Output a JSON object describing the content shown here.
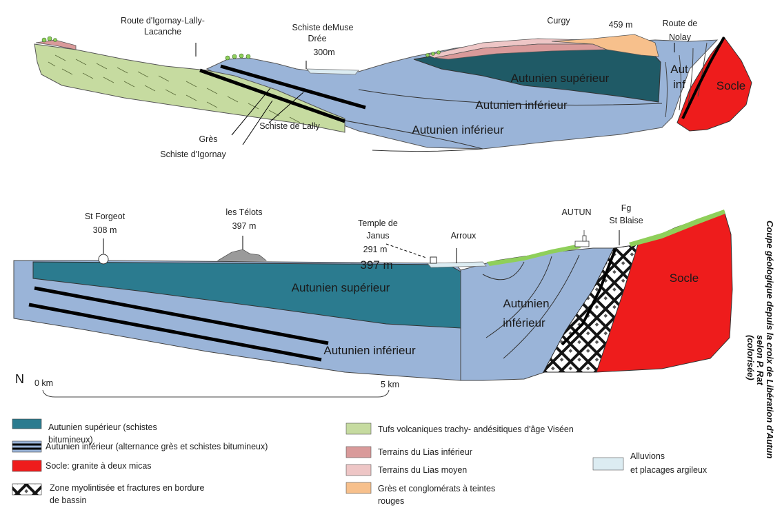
{
  "colors": {
    "autunien_superieur": "#2b7b8f",
    "autunien_superieur_dark": "#1f5a66",
    "autunien_inferieur": "#9ab4d8",
    "socle": "#ee1c1c",
    "tufs": "#c6dba0",
    "lias_inferieur": "#d99a9a",
    "lias_moyen": "#eec6c6",
    "gres_conglomerats": "#f7c08c",
    "alluvions": "#dcecf2",
    "vegetation": "#8fcf5a"
  },
  "section1": {
    "labels": {
      "route_igornay_1": "Route d'Igornay-Lally-",
      "route_igornay_2": "Lacanche",
      "schiste_muse_1": "Schiste deMuse",
      "schiste_muse_2": "Drée",
      "schiste_muse_3": "300m",
      "curgy": "Curgy",
      "alt_459": "459 m",
      "route_nolay_1": "Route de",
      "route_nolay_2": "Nolay",
      "gres": "Grès",
      "schiste_lally": "Schiste de Lally",
      "schiste_igornay": "Schiste d'Igornay"
    },
    "units": {
      "aut_sup": "Autunien supérieur",
      "aut_inf_a": "Autunien inférieur",
      "aut_inf_b": "Autunien inférieur",
      "aut_inf_short_1": "Aut",
      "aut_inf_short_2": "inf",
      "socle": "Socle"
    }
  },
  "section2": {
    "labels": {
      "st_forgeot_1": "St Forgeot",
      "st_forgeot_2": "308 m",
      "telots_1": "les Télots",
      "telots_2": "397 m",
      "temple_1": "Temple de",
      "temple_2": "Janus",
      "temple_3": "291 m",
      "alt_397": "397 m",
      "arroux": "Arroux",
      "autun": "AUTUN",
      "fg_1": "Fg",
      "fg_2": "St Blaise",
      "north": "N",
      "scale_0": "0 km",
      "scale_5": "5 km"
    },
    "units": {
      "aut_sup": "Autunien supérieur",
      "aut_inf": "Autunien inférieur",
      "aut_inf_r1": "Autunien",
      "aut_inf_r2": "inférieur",
      "socle": "Socle"
    }
  },
  "legend": {
    "aut_sup_1": "Autunien supérieur (schistes",
    "aut_sup_2": "bitumineux)",
    "aut_inf": "Autunien inférieur (alternance grès et schistes bitumineux)",
    "socle": "Socle: granite à deux micas",
    "zone_1": "Zone myolintisée et fractures en bordure",
    "zone_2": "de bassin",
    "tufs": "Tufs volcaniques trachy- andésitiques d'âge Viséen",
    "lias_inf": "Terrains du Lias inférieur",
    "lias_moy": "Terrains du Lias moyen",
    "gres_congl_1": "Grès et conglomérats à teintes",
    "gres_congl_2": "rouges",
    "alluvions_1": "Alluvions",
    "alluvions_2": "et placages argileux"
  },
  "side_caption": {
    "line1": "Coupe géologique depuis la croix de Libération d'Autun",
    "line2": "selon P. Rat",
    "line3": "(colorisée)"
  }
}
